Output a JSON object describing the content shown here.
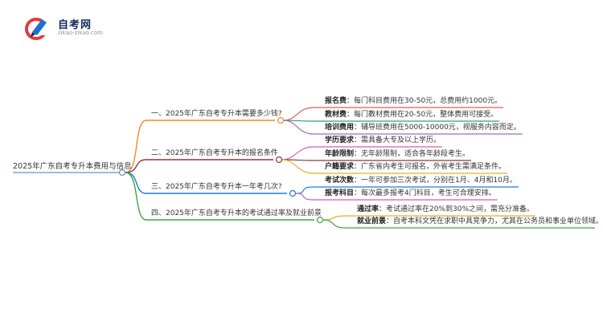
{
  "logo": {
    "title": "自考网",
    "url": "zikao-zikao.com",
    "colors": {
      "red": "#e23b3b",
      "blue": "#1f6fd0",
      "navy": "#0d2b5c"
    }
  },
  "root": "2025年广东自考专升本费用与信息",
  "branches": [
    {
      "title": "一、2025年广东自考专升本需要多少钱?",
      "color": "#f08a2c",
      "leaves": [
        {
          "label": "报名费",
          "text": "：每门科目费用在30-50元，总费用约1000元。",
          "color": "#e05a5a"
        },
        {
          "label": "教材费",
          "text": "：每门教材费用在20-50元，整体费用可接受。",
          "color": "#2aa46b"
        },
        {
          "label": "培训费用",
          "text": "：辅导班费用在5000-10000元，视服务内容而定。",
          "color": "#9a6ad3"
        }
      ]
    },
    {
      "title": "二、2025年广东自考专升本的报名条件",
      "color": "#8b3a3a",
      "leaves": [
        {
          "label": "学历要求",
          "text": "：需具备大专及以上学历。",
          "color": "#d65ab2"
        },
        {
          "label": "年龄限制",
          "text": "：无年龄限制，适合各年龄段考生。",
          "color": "#8b3a3a"
        },
        {
          "label": "户籍要求",
          "text": "：广东省内考生可报名，外省考生需满足条件。",
          "color": "#e0b020"
        }
      ]
    },
    {
      "title": "三、2025年广东自考专升本一年考几次?",
      "color": "#1f7ad6",
      "leaves": [
        {
          "label": "考试次数",
          "text": "：一年可参加三次考试，分别在1月、4月和10月。",
          "color": "#1f7ad6"
        },
        {
          "label": "报考科目",
          "text": "：每次最多报考4门科目，考生可合理安排。",
          "color": "#d65ab2"
        }
      ]
    },
    {
      "title": "四、2025年广东自考专升本的考试通过率及就业前景",
      "color": "#3aa83a",
      "leaves": [
        {
          "label": "通过率",
          "text": "：考试通过率在20%到30%之间，需充分准备。",
          "color": "#e0b020"
        },
        {
          "label": "就业前景",
          "text": "：自考本科文凭在求职中具竞争力，尤其在公务员和事业单位领域。",
          "color": "#3aa83a"
        }
      ]
    }
  ]
}
